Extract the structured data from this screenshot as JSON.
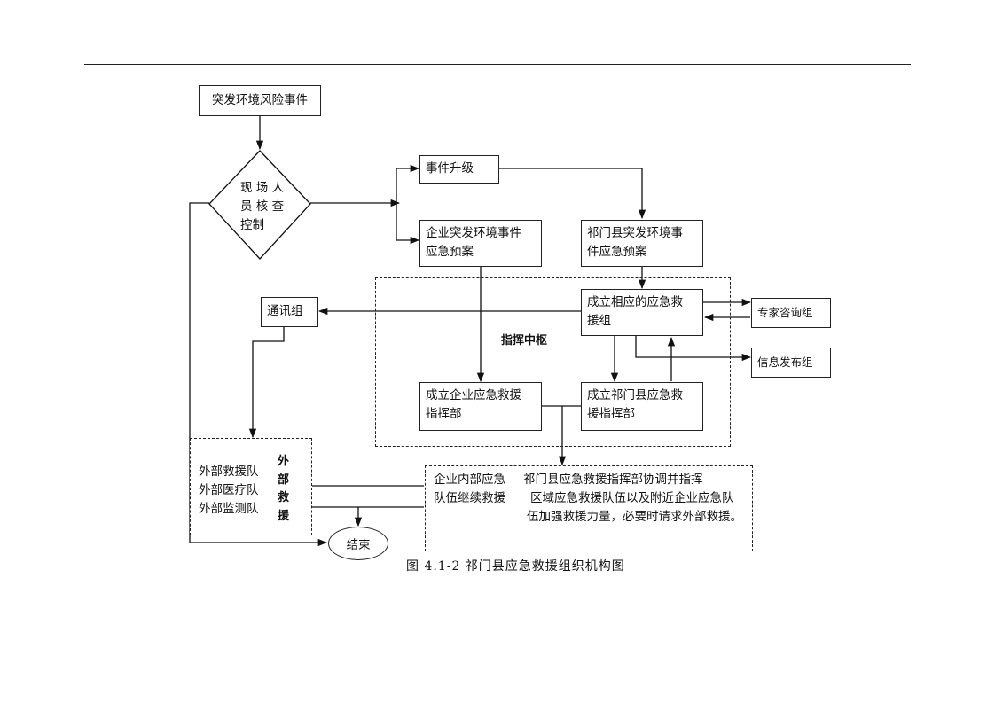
{
  "diagram": {
    "start": "突发环境风险事件",
    "decision_lines": [
      "现 场 人",
      "员 核 查",
      "控制"
    ],
    "event_upgrade": "事件升级",
    "enterprise_plan_lines": [
      "企业突发环境事件",
      "应急预案"
    ],
    "county_plan_lines": [
      "祁门县突发环境事",
      "件应急预案"
    ],
    "establish_group_lines": [
      "成立相应的应急救",
      "援组"
    ],
    "expert_group": "专家咨询组",
    "info_group": "信息发布组",
    "comm_group": "通讯组",
    "command_center": "指挥中枢",
    "enterprise_hq_lines": [
      "成立企业应急救援",
      "指挥部"
    ],
    "county_hq_lines": [
      "成立祁门县应急救",
      "援指挥部"
    ],
    "external_teams": [
      "外部救援队",
      "外部医疗队",
      "外部监测队"
    ],
    "external_label_chars": [
      "外",
      "部",
      "救",
      "援"
    ],
    "internal_lines": [
      "企业内部应急",
      "队伍继续救援"
    ],
    "county_coord_lines": [
      "祁门县应急救援指挥部协调并指挥",
      "区域应急救援队伍以及附近企业应急队",
      "伍加强救援力量，必要时请求外部救援。"
    ],
    "end": "结束",
    "caption": "图 4.1-2  祁门县应急救援组织机构图"
  }
}
